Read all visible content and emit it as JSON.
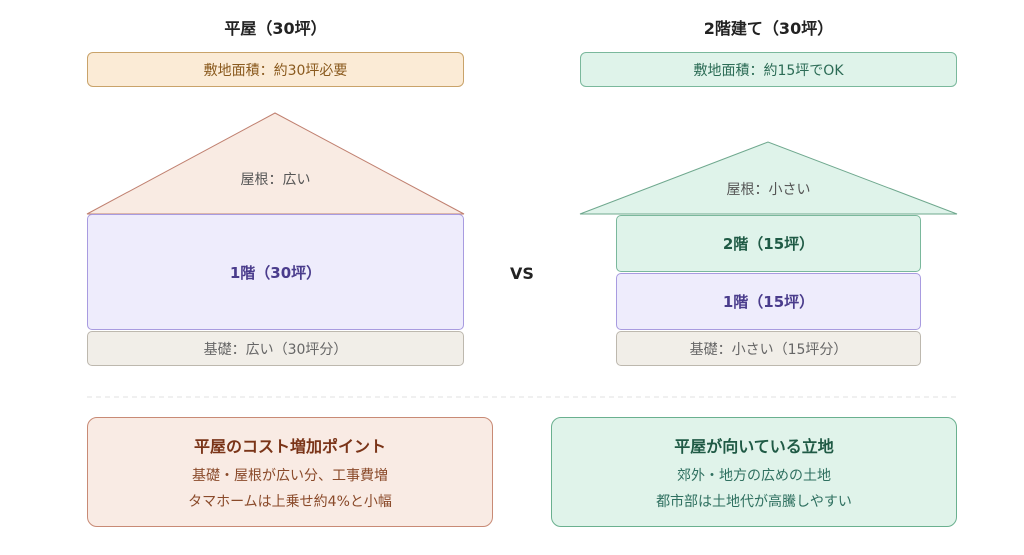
{
  "left": {
    "title": "平屋（30坪）",
    "land": "敷地面積：約30坪必要",
    "roof": "屋根：広い",
    "floor1": "1階（30坪）",
    "foundation": "基礎：広い（30坪分）"
  },
  "vs": "VS",
  "right": {
    "title": "2階建て（30坪）",
    "land": "敷地面積：約15坪でOK",
    "roof": "屋根：小さい",
    "floor2": "2階（15坪）",
    "floor1": "1階（15坪）",
    "foundation": "基礎：小さい（15坪分）"
  },
  "cards": [
    {
      "title": "平屋のコスト増加ポイント",
      "lines": [
        "基礎・屋根が広い分、工事費増",
        "タマホームは上乗せ約4%と小幅"
      ]
    },
    {
      "title": "平屋が向いている立地",
      "lines": [
        "郊外・地方の広めの土地",
        "都市部は土地代が高騰しやすい"
      ]
    }
  ]
}
